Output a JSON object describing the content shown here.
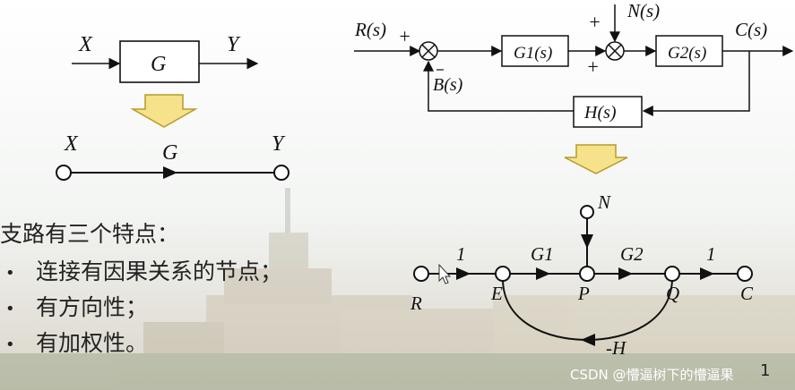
{
  "colors": {
    "line": "#111111",
    "arrow_fill": "#f6e28a",
    "arrow_stroke": "#b89a2a",
    "node_fill": "#ffffff"
  },
  "left_block": {
    "input": "X",
    "block": "G",
    "output": "Y"
  },
  "left_graph": {
    "node_in": "X",
    "branch": "G",
    "node_out": "Y"
  },
  "feature_text": {
    "heading": "支路有三个特点：",
    "items": [
      "连接有因果关系的节点；",
      "有方向性；",
      "有加权性。"
    ]
  },
  "right_block": {
    "input": "R(s)",
    "plus_1": "+",
    "plus_2": "+",
    "plus_3": "+",
    "disturbance": "N(s)",
    "feedback_label": "B(s)",
    "g1": "G1(s)",
    "g2": "G2(s)",
    "h": "H(s)",
    "output": "C(s)"
  },
  "right_graph": {
    "node_r": "R",
    "node_e": "E",
    "node_p": "P",
    "node_q": "Q",
    "node_c": "C",
    "node_n": "N",
    "gain_re": "1",
    "gain_ep": "G1",
    "gain_pq": "G2",
    "gain_qc": "1",
    "gain_feedback": "-H"
  },
  "watermark": "CSDN @懵逼树下的懵逼果",
  "page_number": "1"
}
